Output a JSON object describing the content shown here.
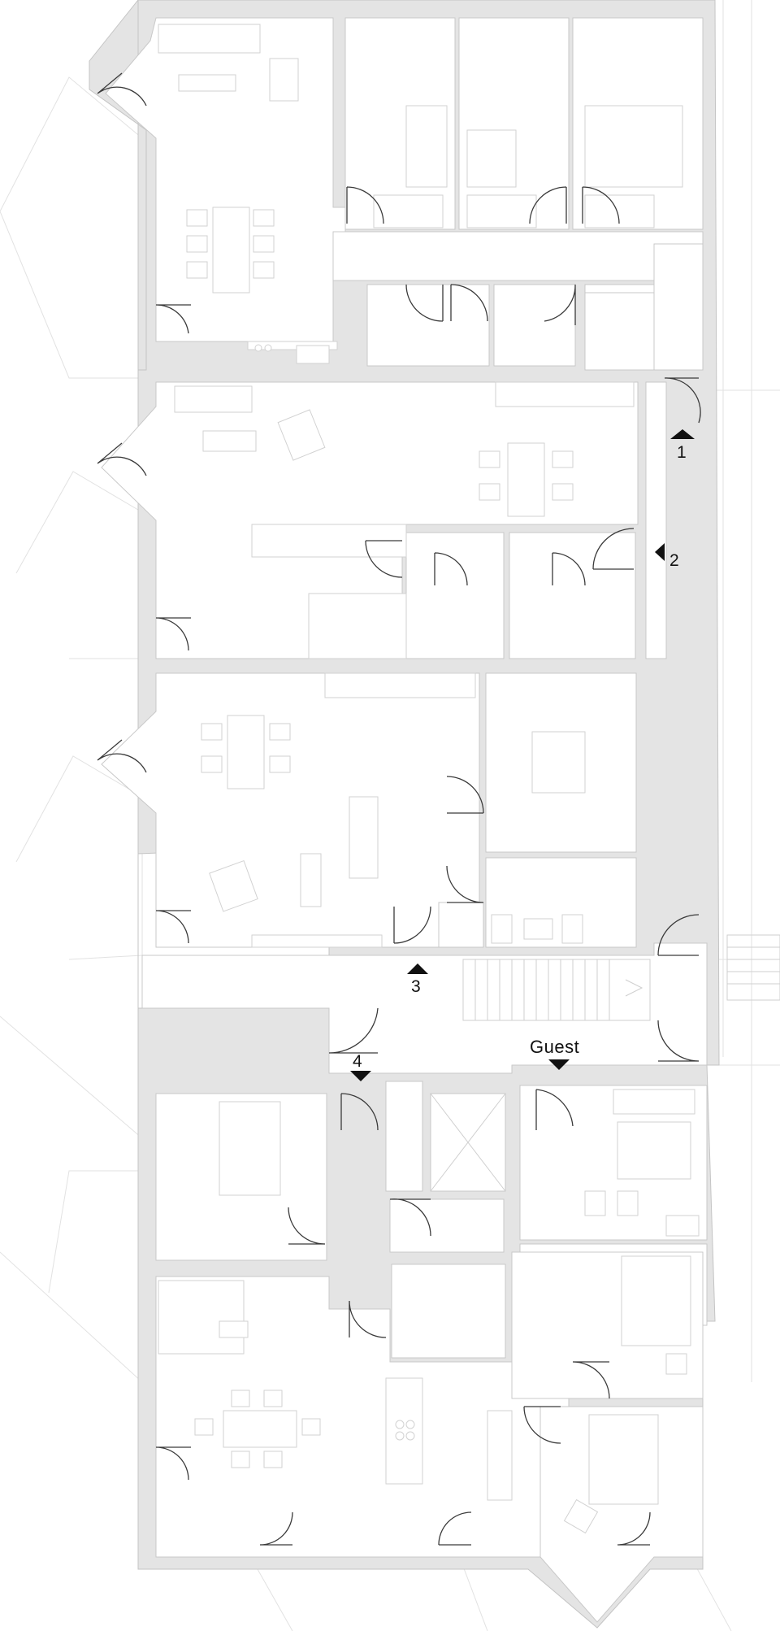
{
  "entrances": [
    {
      "label": "1",
      "direction": "up"
    },
    {
      "label": "2",
      "direction": "left"
    },
    {
      "label": "3",
      "direction": "up"
    },
    {
      "label": "4",
      "direction": "down"
    },
    {
      "label": "Guest",
      "direction": "down"
    }
  ],
  "colors": {
    "wall_fill": "#e4e4e4",
    "line": "#c9c9c9",
    "door_line": "#3a3a3a",
    "marker": "#111111"
  }
}
